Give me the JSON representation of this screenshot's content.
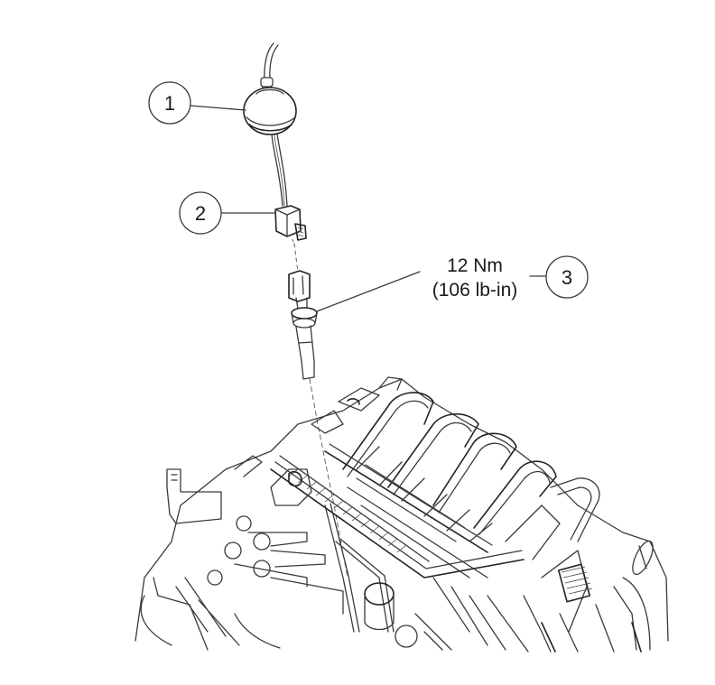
{
  "diagram": {
    "type": "exploded-parts-illustration",
    "background": "#ffffff",
    "line_color": "#3a3a3a",
    "callouts": [
      {
        "id": "1",
        "label": "1",
        "target": "reservoir-bulb"
      },
      {
        "id": "2",
        "label": "2",
        "target": "electrical-connector"
      },
      {
        "id": "3",
        "label": "3",
        "target": "sensor",
        "spec_line1": "12 Nm",
        "spec_line2": "(106 lb-in)"
      }
    ],
    "components": [
      {
        "name": "reservoir-bulb",
        "callout": "1"
      },
      {
        "name": "electrical-connector",
        "callout": "2"
      },
      {
        "name": "sensor",
        "callout": "3"
      },
      {
        "name": "engine-intake-manifold",
        "callout": null
      }
    ]
  }
}
